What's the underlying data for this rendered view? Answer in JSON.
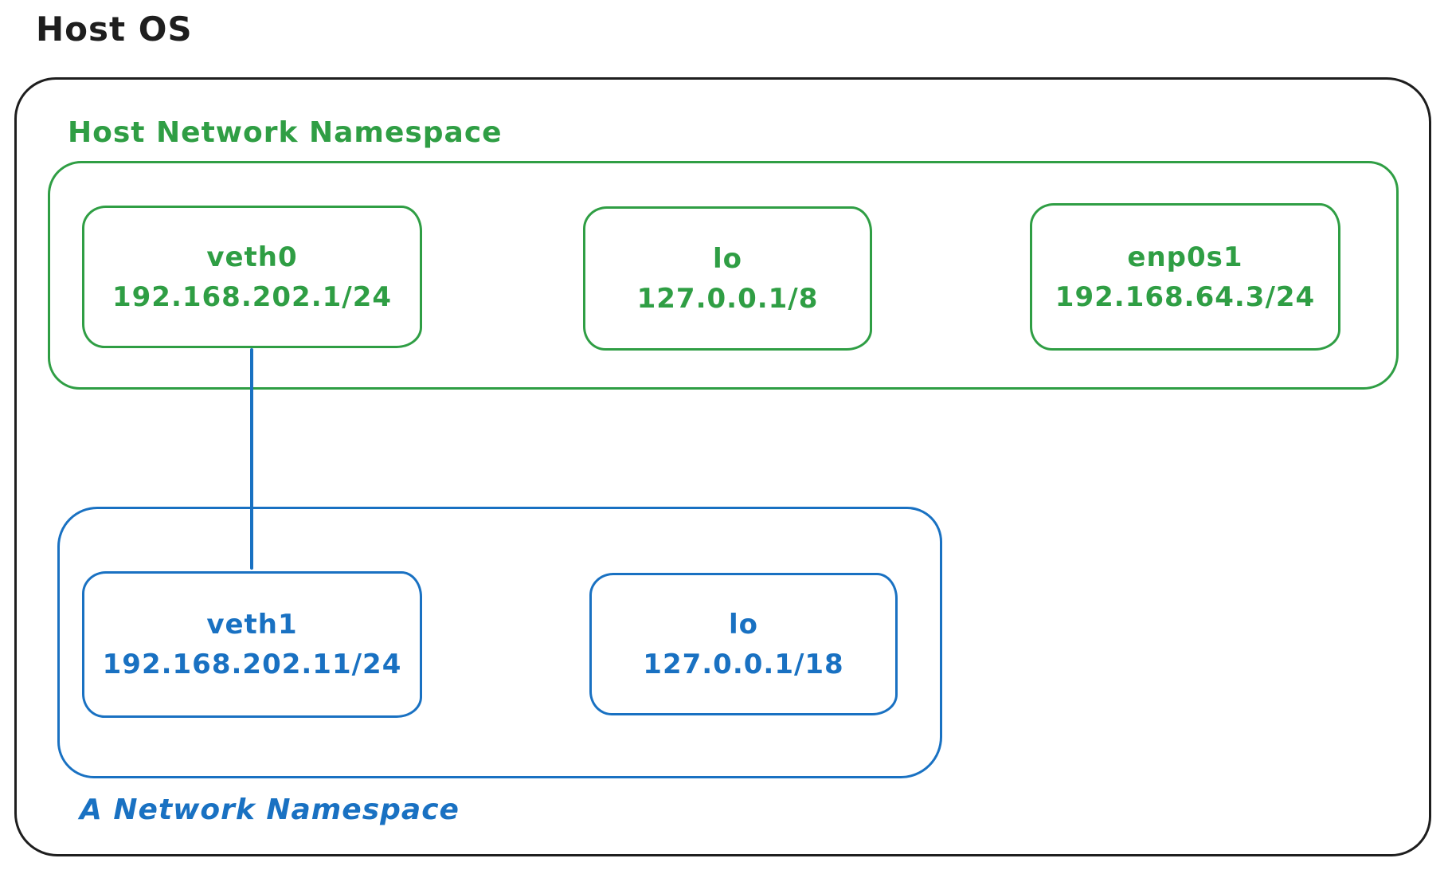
{
  "diagram": {
    "title": "Host OS",
    "colors": {
      "ink": "#1e1e1e",
      "green": "#2f9e44",
      "blue": "#1971c2",
      "background": "#ffffff"
    },
    "host_namespace": {
      "label": "Host Network Namespace",
      "interfaces": [
        {
          "name": "veth0",
          "address": "192.168.202.1/24"
        },
        {
          "name": "lo",
          "address": "127.0.0.1/8"
        },
        {
          "name": "enp0s1",
          "address": "192.168.64.3/24"
        }
      ]
    },
    "a_namespace": {
      "label": "A Network Namespace",
      "interfaces": [
        {
          "name": "veth1",
          "address": "192.168.202.11/24"
        },
        {
          "name": "lo",
          "address": "127.0.0.1/18"
        }
      ]
    },
    "link": {
      "from": "veth0",
      "to": "veth1"
    }
  }
}
